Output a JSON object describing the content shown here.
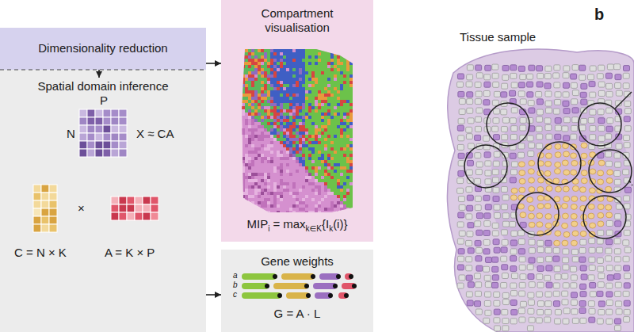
{
  "diagram": {
    "nodes": [
      {
        "text": [
          "Dimensionality reduction"
        ]
      },
      {
        "text": [
          "Spatial domain inference"
        ]
      },
      {
        "text": [
          "Compartment visualisation"
        ]
      },
      {
        "text": [
          "Gene weights",
          "G = A · L"
        ]
      },
      {
        "text": [
          "Tissue sample"
        ]
      }
    ],
    "edges": [
      {
        "from": 0,
        "to": 2,
        "arrow": "to"
      },
      {
        "from": 0,
        "to": 1,
        "arrow": "to"
      },
      {
        "from": 1,
        "to": 3,
        "arrow": "to"
      }
    ],
    "labels": [
      "N",
      "P",
      "X ≈ CA",
      "×",
      "C = N × K",
      "A = K × P",
      "MIP",
      "i",
      "=",
      "max",
      "k∈K",
      "{I",
      "k",
      "(i)}",
      "a",
      "b",
      "c",
      "b"
    ]
  }
}
